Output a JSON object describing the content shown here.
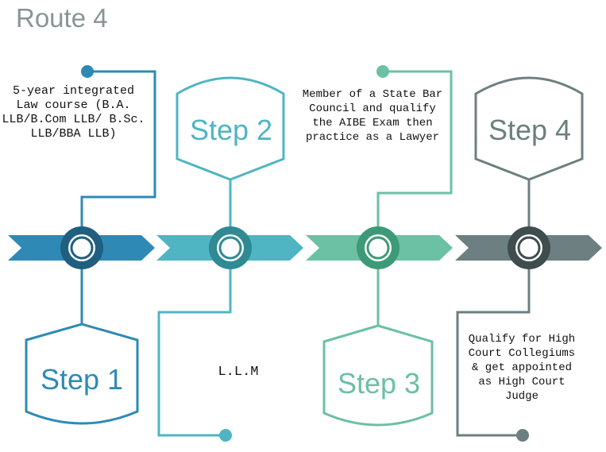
{
  "title": "Route 4",
  "colors": {
    "step1": "#2e8ab5",
    "step2": "#4fb5c2",
    "step3": "#6cc0a3",
    "step4": "#6d7f80",
    "node1": "#1f5f80",
    "node2": "#2f8a94",
    "node3": "#3d9a78",
    "node4": "#3f4d4e",
    "title": "#8a9497"
  },
  "steps": [
    {
      "label": "Step 1",
      "description": "5-year integrated Law course (B.A. LLB/B.Com LLB/ B.Sc. LLB/BBA LLB)"
    },
    {
      "label": "Step 2",
      "description": "L.L.M"
    },
    {
      "label": "Step 3",
      "description": "Member of a State Bar Council and qualify the AIBE Exam then practice as a Lawyer"
    },
    {
      "label": "Step 4",
      "description": "Qualify for High Court Collegiums & get appointed as High Court Judge"
    }
  ]
}
